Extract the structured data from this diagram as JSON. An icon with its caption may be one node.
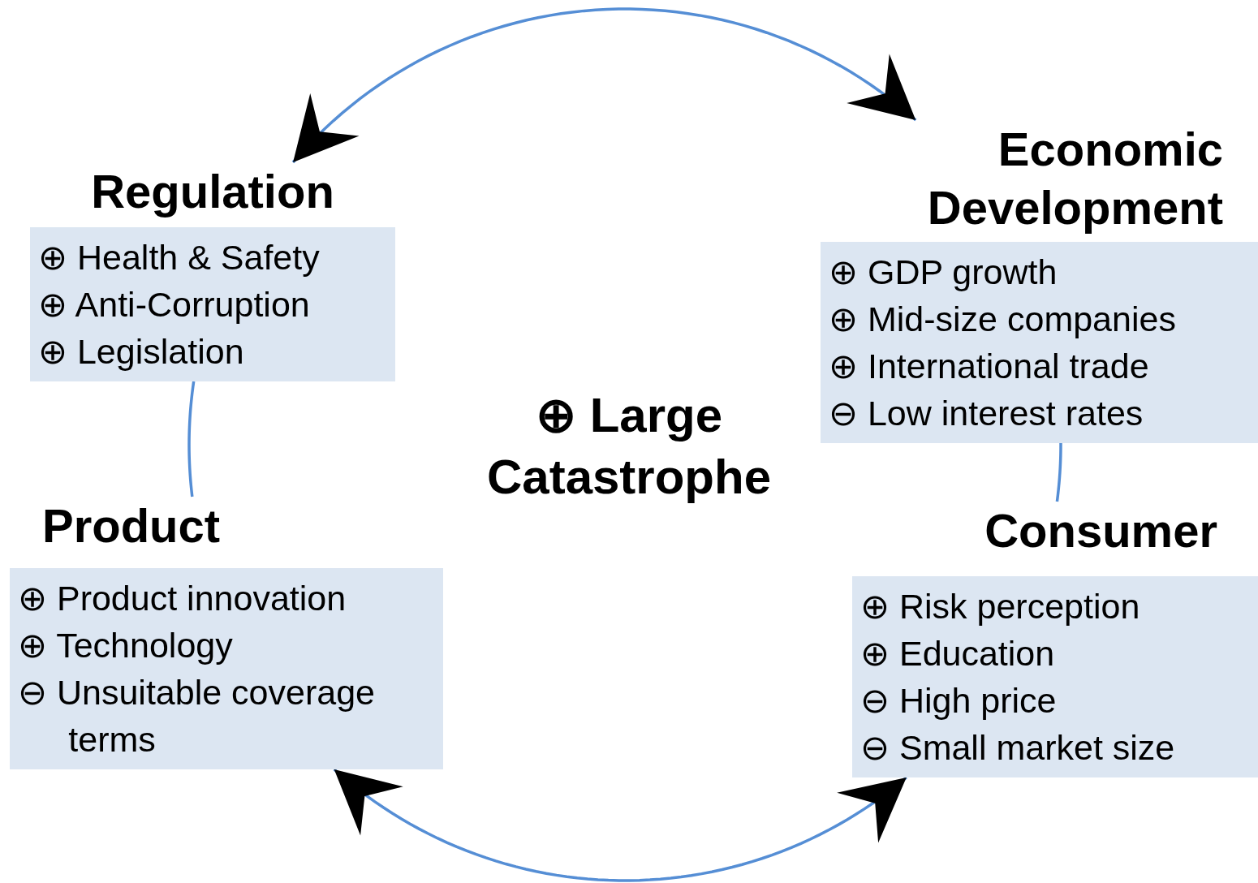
{
  "diagram": {
    "nodes": [
      {
        "text": [
          "Regulation",
          "⊕ Health & Safety",
          "⊕ Anti-Corruption",
          "⊕ Legislation"
        ]
      },
      {
        "text": [
          "Economic Development",
          "⊕ GDP growth",
          "⊕ Mid-size companies",
          "⊕ International trade",
          "⊖ Low interest rates"
        ]
      },
      {
        "text": [
          "Consumer",
          "⊕ Risk perception",
          "⊕ Education",
          "⊖ High price",
          "⊖ Small market size"
        ]
      },
      {
        "text": [
          "Product",
          "⊕ Product innovation",
          "⊕ Technology",
          "⊖ Unsuitable coverage terms"
        ]
      }
    ],
    "edges": [
      {
        "from": 0,
        "to": 1,
        "arrow": "both"
      },
      {
        "from": 1,
        "to": 2,
        "arrow": "none"
      },
      {
        "from": 2,
        "to": 3,
        "arrow": "both"
      },
      {
        "from": 3,
        "to": 0,
        "arrow": "none"
      }
    ],
    "labels": [
      "⊕ Large Catastrophe"
    ]
  }
}
